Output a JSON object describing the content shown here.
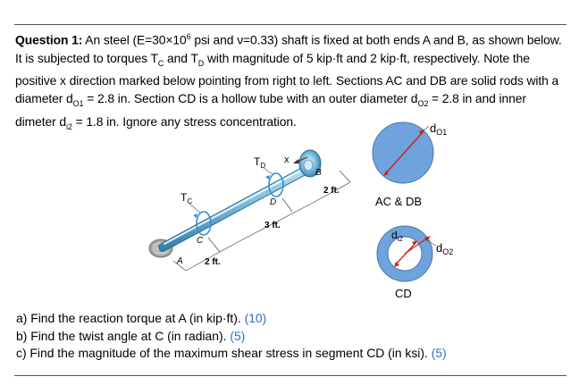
{
  "question": {
    "label": "Question 1:",
    "text_1": " An steel (E=30×10",
    "exp": "6",
    "text_2": " psi and ν=0.33) shaft is fixed at both ends A and B, as shown below. It is subjected to torques T",
    "sub_c": "C",
    "text_3": " and T",
    "sub_d": "D",
    "text_4": " with magnitude of 5 kip·ft and 2 kip·ft, respectively. Note the positive x direction marked below pointing from right to left.  Sections AC and DB are solid rods with a diameter d",
    "sub_o1": "O1",
    "text_5": " = 2.8 in. Section CD is a hollow tube with an outer diameter d",
    "sub_o2": "O2",
    "text_6": " = 2.8 in and inner dimeter d",
    "sub_i2": "i2",
    "text_7": " = 1.8 in. Ignore any stress concentration."
  },
  "figure": {
    "label_td": "T",
    "label_td_sub": "D",
    "label_tc": "T",
    "label_tc_sub": "C",
    "label_x": "x",
    "label_a": "A",
    "label_b": "B",
    "label_c": "C",
    "label_d": "D",
    "dim_1": "2 ft.",
    "dim_2": "3 ft.",
    "dim_3": "2 ft.",
    "sec_solid_label": "AC & DB",
    "sec_hollow_label": "CD",
    "d_o1": "d",
    "d_o1_sub": "O1",
    "d_o2": "d",
    "d_o2_sub": "O2",
    "d_i2": "d",
    "d_i2_sub": "i2"
  },
  "parts": [
    {
      "text": "a) Find the reaction torque at A (in kip·ft). ",
      "points": "(10)"
    },
    {
      "text": "b) Find the twist angle at C (in radian). ",
      "points": "(5)"
    },
    {
      "text": "c) Find the magnitude of the maximum shear stress in segment CD (in ksi). ",
      "points": "(5)"
    }
  ],
  "colors": {
    "shaft_light": "#bfe3f4",
    "shaft_dark": "#3d8fb5",
    "section_fill": "#6fa3dd",
    "section_stroke": "#4a78ad",
    "diameter_line": "#cc2222",
    "points": "#2e6fc4"
  }
}
